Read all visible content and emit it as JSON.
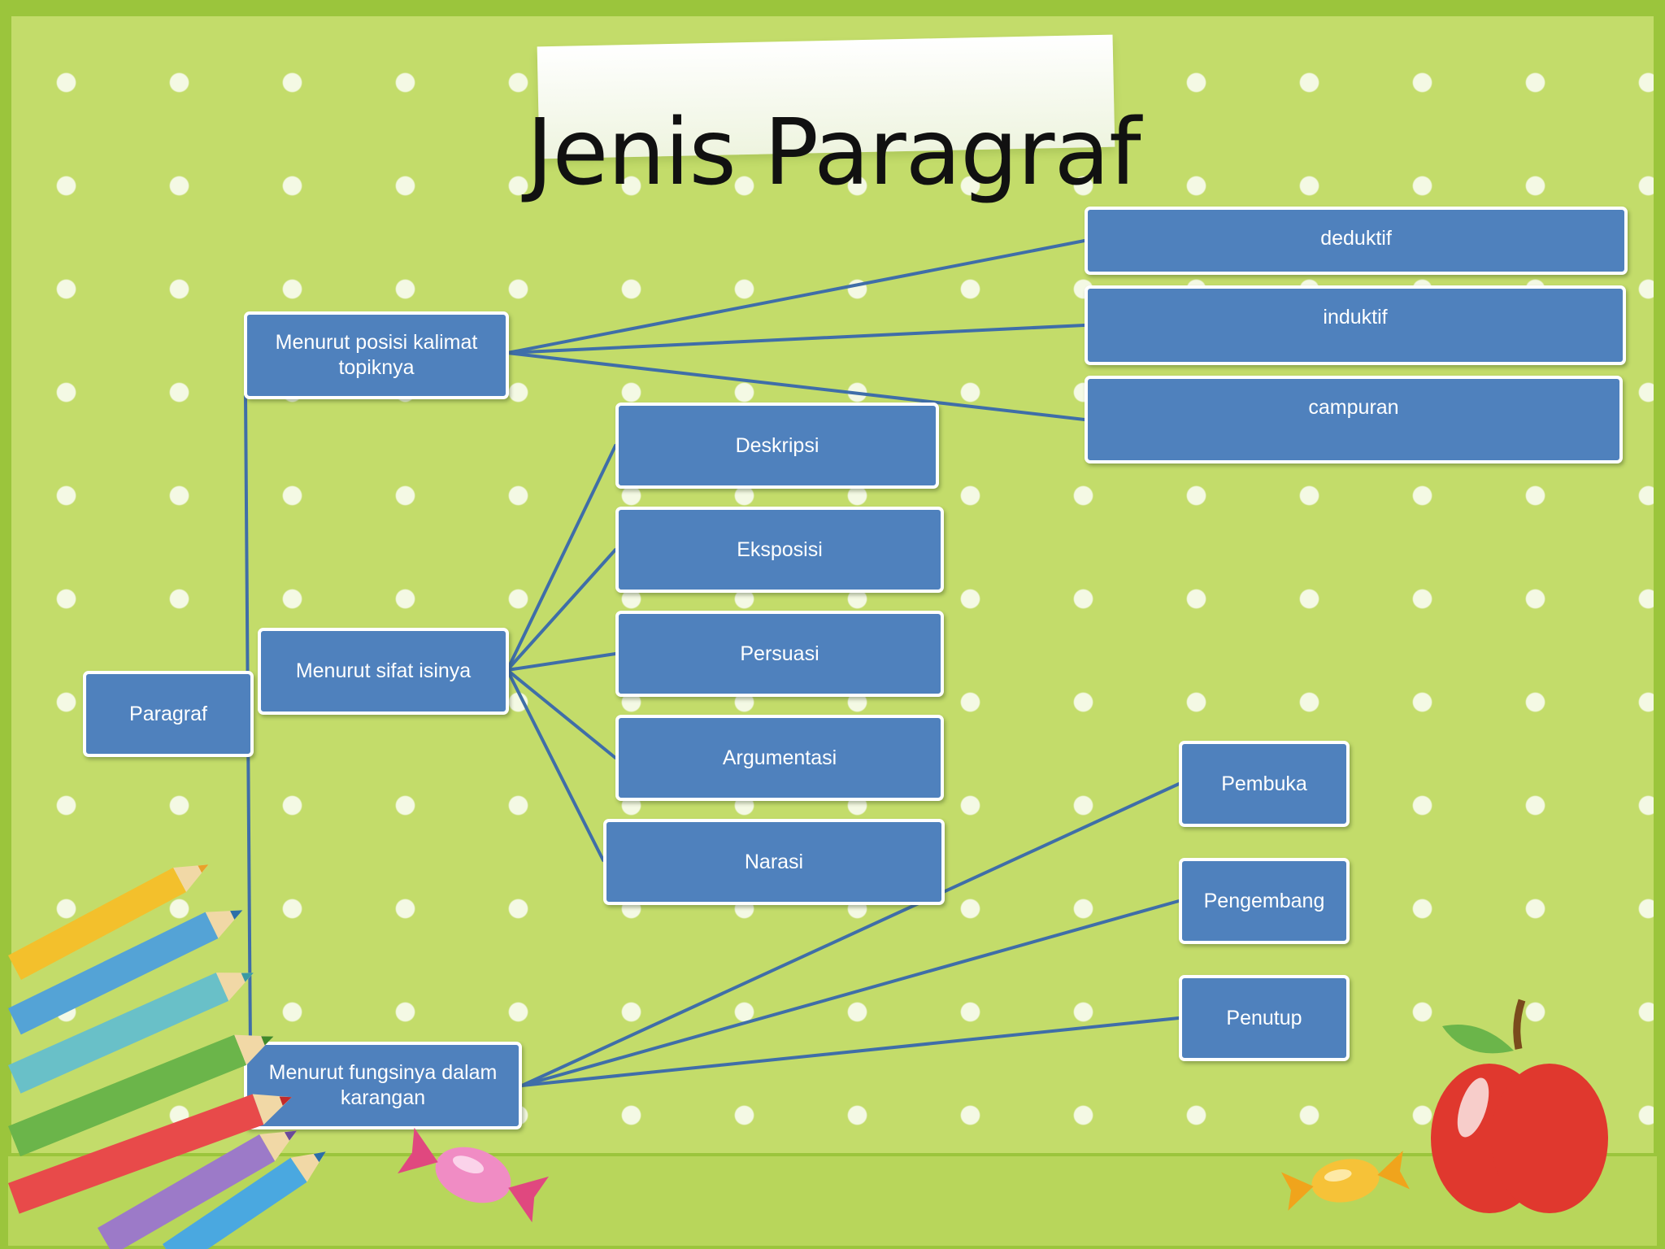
{
  "title": "Jenis Paragraf",
  "colors": {
    "node_fill": "#4f81bd",
    "node_border": "#ffffff",
    "connector": "#3f6ea8",
    "background": "#c3dc6a",
    "frame": "#9bc53c"
  },
  "diagram": {
    "root": "Paragraf",
    "branches": [
      {
        "label": "Menurut posisi kalimat topiknya",
        "children": [
          "deduktif",
          "induktif",
          "campuran"
        ]
      },
      {
        "label": "Menurut sifat isinya",
        "children": [
          "Deskripsi",
          "Eksposisi",
          "Persuasi",
          "Argumentasi",
          "Narasi"
        ]
      },
      {
        "label": "Menurut fungsinya dalam karangan",
        "children": [
          "Pembuka",
          "Pengembang",
          "Penutup"
        ]
      }
    ]
  },
  "decorations": [
    "pencils-illustration",
    "candy-illustration",
    "apple-illustration",
    "title-paper-card"
  ]
}
